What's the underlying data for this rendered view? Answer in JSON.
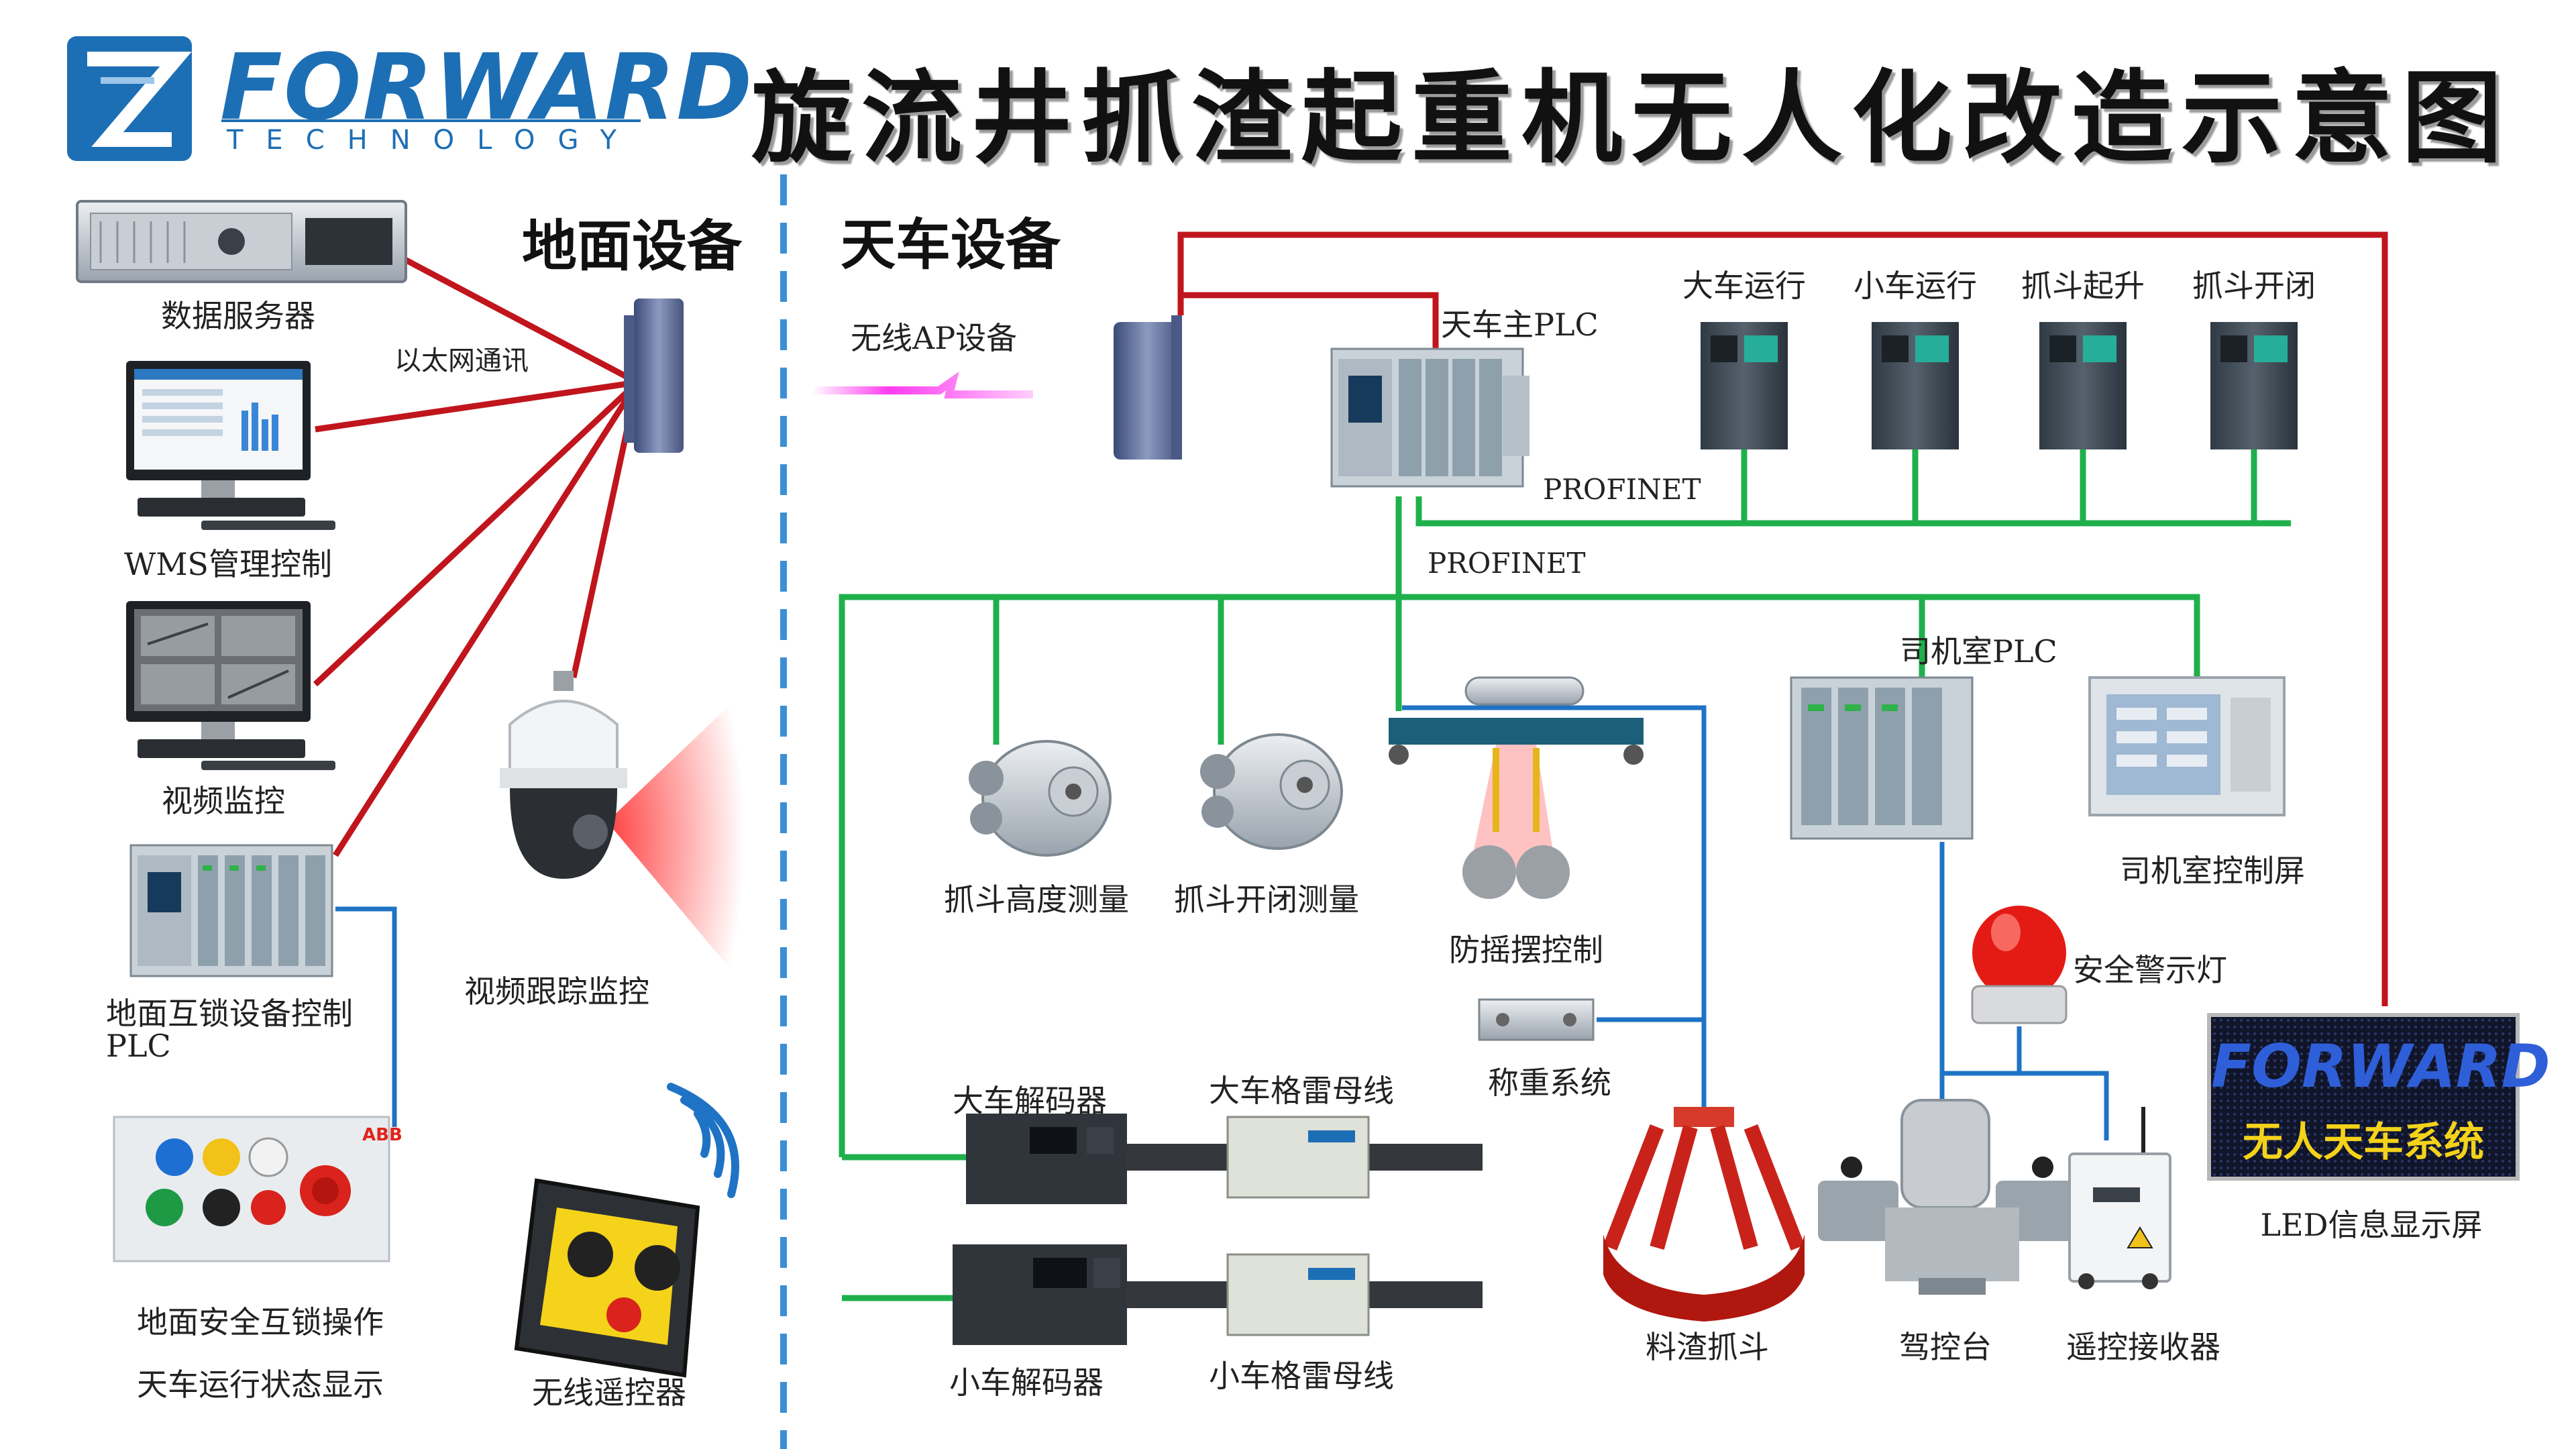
{
  "title": "旋流井抓渣起重机无人化改造示意图",
  "logo": {
    "word": "FORWARD",
    "sub": "TECHNOLOGY"
  },
  "sections": {
    "ground": "地面设备",
    "crane": "天车设备"
  },
  "ground": {
    "data_server": "数据服务器",
    "ethernet": "以太网通讯",
    "wms": "WMS管理控制",
    "video_monitor": "视频监控",
    "ground_plc_line1": "地面互锁设备控制",
    "ground_plc_line2": "PLC",
    "video_tracking": "视频跟踪监控",
    "safety_line1": "地面安全互锁操作",
    "safety_line2": "天车运行状态显示",
    "remote": "无线遥控器"
  },
  "crane": {
    "wireless_ap": "无线AP设备",
    "main_plc": "天车主PLC",
    "profinet_top": "PROFINET",
    "profinet_main": "PROFINET",
    "drives": [
      "大车运行",
      "小车运行",
      "抓斗起升",
      "抓斗开闭"
    ],
    "encoder_height": "抓斗高度测量",
    "encoder_open": "抓斗开闭测量",
    "anti_sway": "防摇摆控制",
    "cab_plc": "司机室PLC",
    "cab_screen": "司机室控制屏",
    "warning_light": "安全警示灯",
    "weighing": "称重系统",
    "big_decoder": "大车解码器",
    "big_gray_bus": "大车格雷母线",
    "small_decoder": "小车解码器",
    "small_gray_bus": "小车格雷母线",
    "slag_grab": "料渣抓斗",
    "console": "驾控台",
    "remote_receiver": "遥控接收器",
    "led_screen": "LED信息显示屏",
    "led_line1": "FORWARD",
    "led_line2": "无人天车系统"
  },
  "colors": {
    "ethernet": "#c0151c",
    "profinet": "#1fb04c",
    "signal": "#1f73c4",
    "logo": "#1d6fb5"
  }
}
